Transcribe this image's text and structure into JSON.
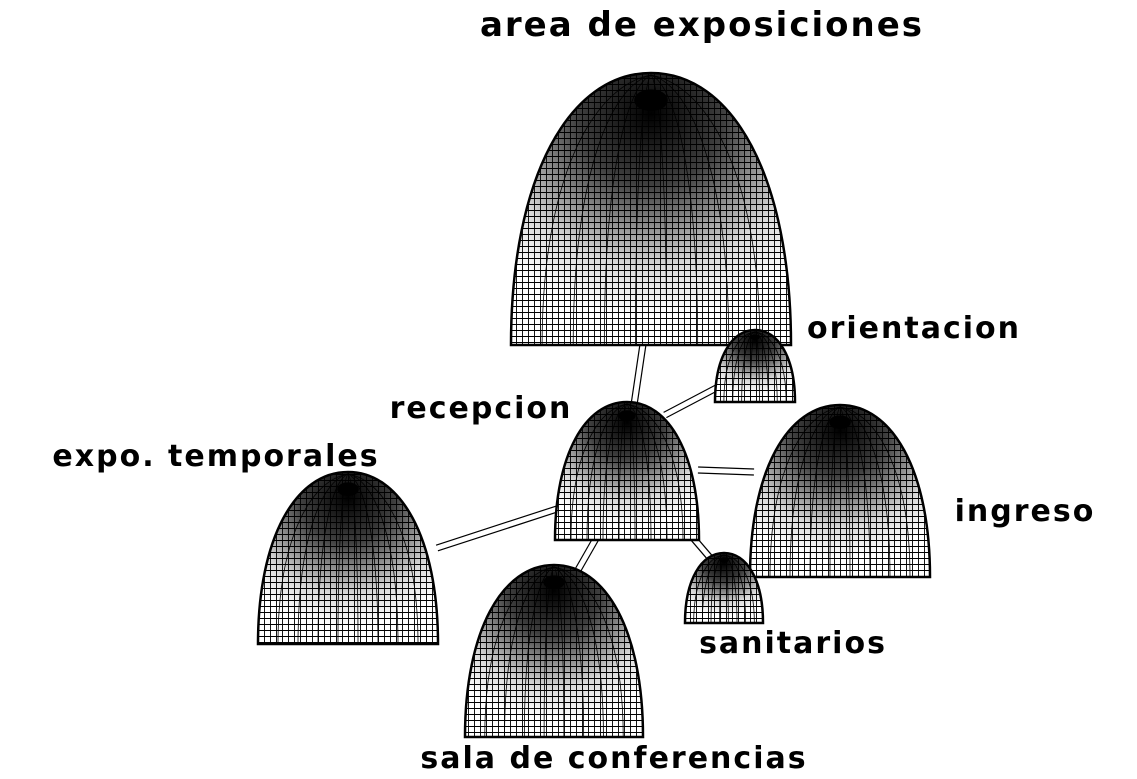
{
  "nodes": [
    {
      "id": "area",
      "label": "area de exposiciones"
    },
    {
      "id": "orientacion",
      "label": "orientacion"
    },
    {
      "id": "recepcion",
      "label": "recepcion"
    },
    {
      "id": "expo",
      "label": "expo. temporales"
    },
    {
      "id": "ingreso",
      "label": "ingreso"
    },
    {
      "id": "sanitarios",
      "label": "sanitarios"
    },
    {
      "id": "sala",
      "label": "sala de conferencias"
    }
  ],
  "links": [
    [
      "recepcion",
      "area"
    ],
    [
      "recepcion",
      "orientacion"
    ],
    [
      "recepcion",
      "ingreso"
    ],
    [
      "recepcion",
      "expo"
    ],
    [
      "recepcion",
      "sanitarios"
    ],
    [
      "recepcion",
      "sala"
    ]
  ],
  "colors": {
    "ink": "#000000",
    "background": "#ffffff"
  }
}
